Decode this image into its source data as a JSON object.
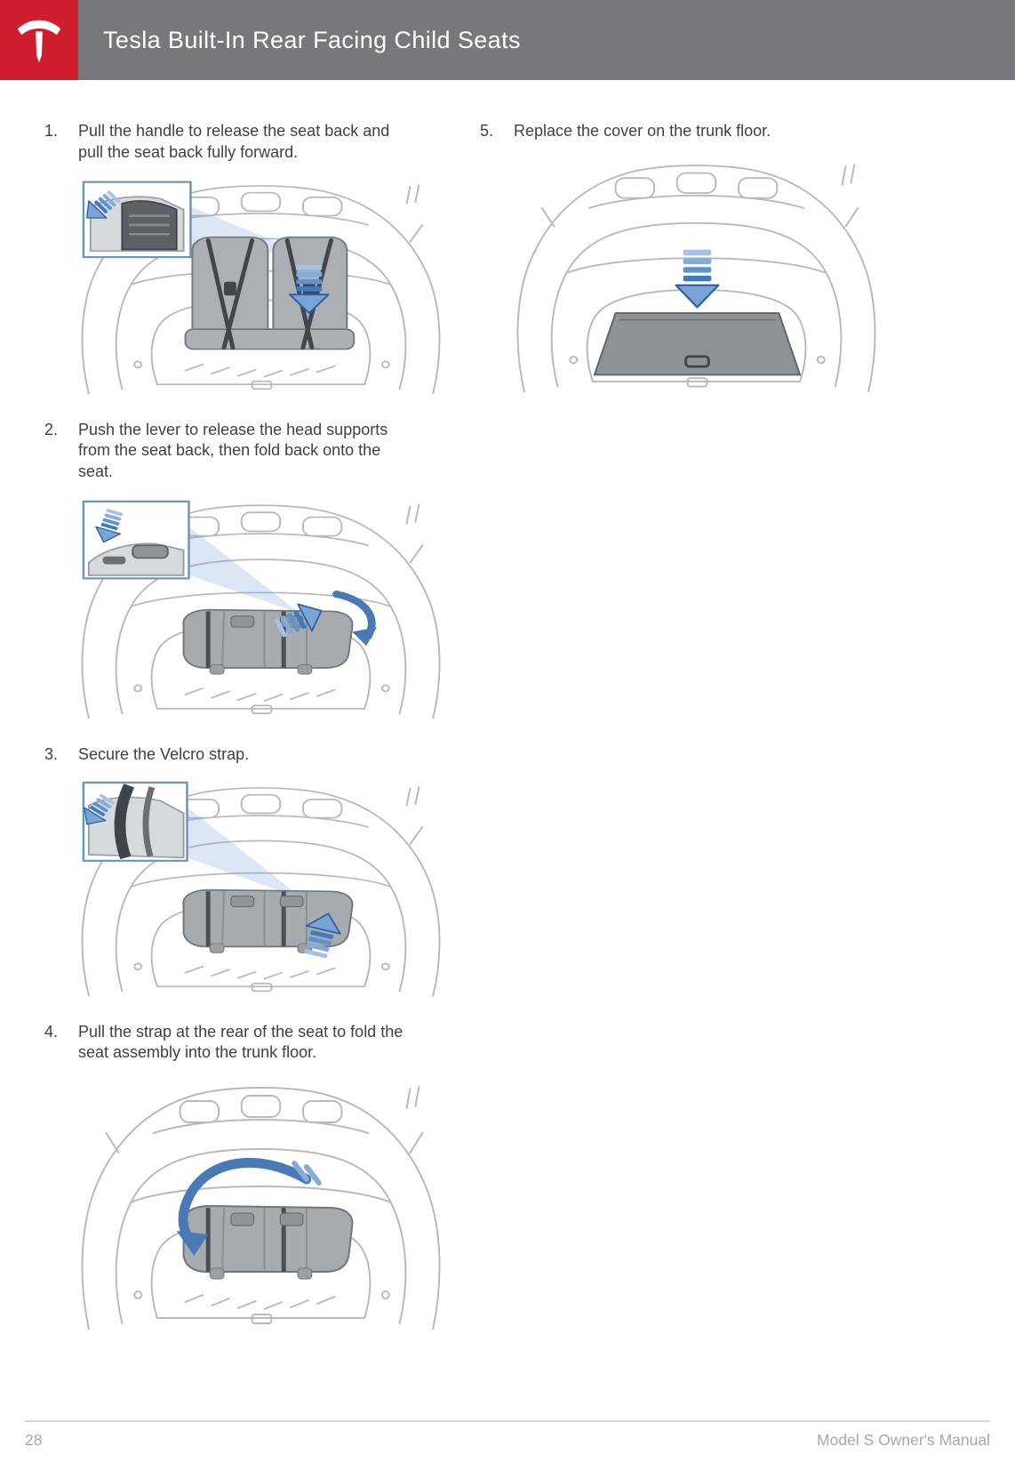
{
  "header": {
    "title": "Tesla Built-In Rear Facing Child Seats"
  },
  "steps": [
    {
      "number": "1.",
      "text": "Pull the handle to release the seat back and pull the seat back fully forward."
    },
    {
      "number": "2.",
      "text": "Push the lever to release the head supports from the seat back, then fold back onto the seat."
    },
    {
      "number": "3.",
      "text": "Secure the Velcro strap."
    },
    {
      "number": "4.",
      "text": "Pull the strap at the rear of the seat to fold the seat assembly into the trunk floor."
    },
    {
      "number": "5.",
      "text": "Replace the cover on the trunk floor."
    }
  ],
  "footer": {
    "page_number": "28",
    "manual_title": "Model S Owner's Manual"
  },
  "colors": {
    "header_bg": "#77787b",
    "logo_red": "#cf1f2e",
    "arrow_blue": "#4a7ab5",
    "line_gray": "#b7babd",
    "text_gray": "#3e4043",
    "footer_gray": "#a5a7aa"
  }
}
